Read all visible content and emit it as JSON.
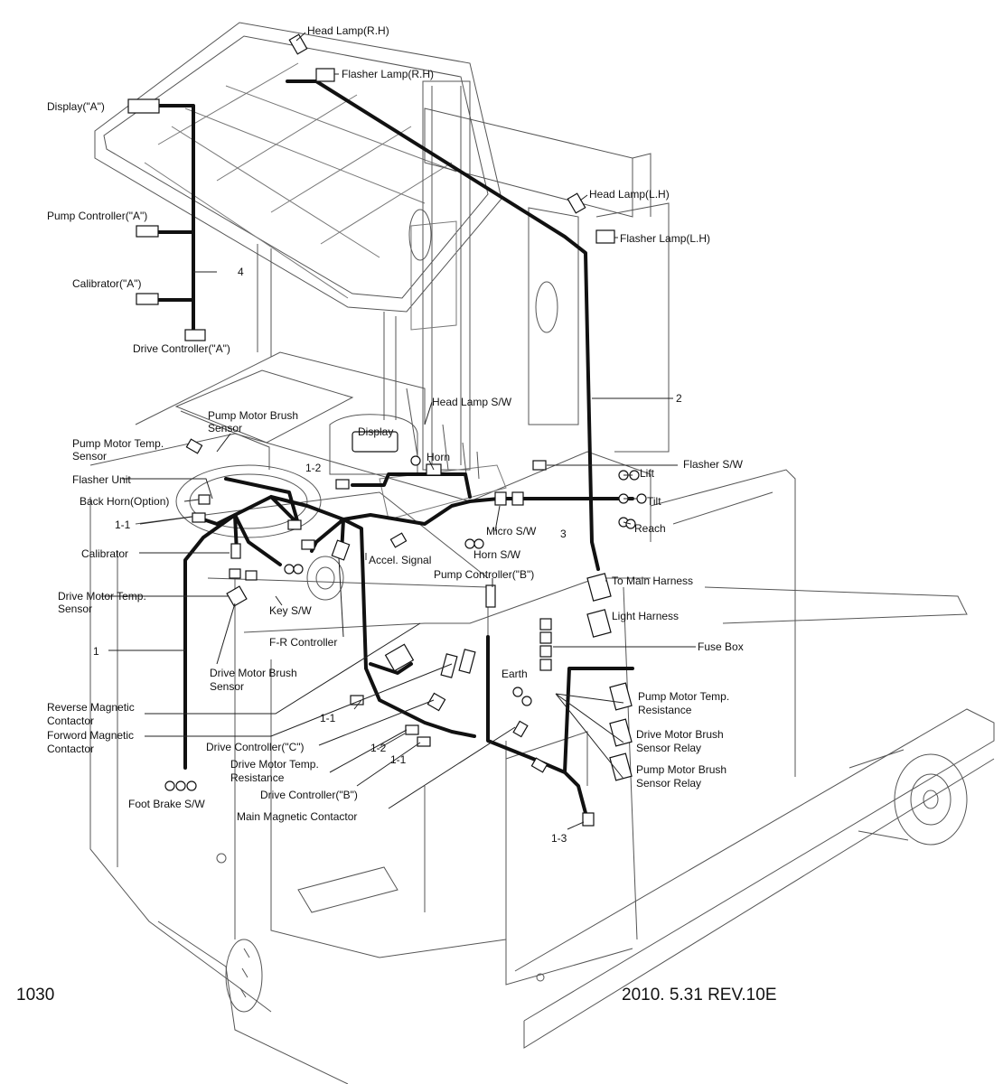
{
  "diagram": {
    "labels": {
      "head_lamp_rh": "Head Lamp(R.H)",
      "flasher_lamp_rh": "Flasher Lamp(R.H)",
      "display_a": "Display(\"A\")",
      "pump_controller_a": "Pump Controller(\"A\")",
      "calibrator_a": "Calibrator(\"A\")",
      "drive_controller_a": "Drive Controller(\"A\")",
      "head_lamp_lh": "Head Lamp(L.H)",
      "flasher_lamp_lh": "Flasher Lamp(L.H)",
      "head_lamp_sw": "Head Lamp S/W",
      "pump_motor_brush_sensor_1": "Pump Motor Brush",
      "pump_motor_brush_sensor_2": "Sensor",
      "display": "Display",
      "pump_motor_temp_sensor_1": "Pump Motor Temp.",
      "pump_motor_temp_sensor_2": "Sensor",
      "flasher_unit": "Flasher Unit",
      "horn": "Horn",
      "flasher_sw": "Flasher S/W",
      "back_horn": "Back Horn(Option)",
      "lift": "Lift",
      "tilt": "Tilt",
      "micro_sw": "Micro S/W",
      "reach": "Reach",
      "horn_sw": "Horn S/W",
      "calibrator": "Calibrator",
      "accel_signal": "Accel. Signal",
      "pump_controller_b": "Pump Controller(\"B\")",
      "to_main_harness": "To Main Harness",
      "drive_motor_temp_sensor_1": "Drive Motor Temp.",
      "drive_motor_temp_sensor_2": "Sensor",
      "key_sw": "Key S/W",
      "light_harness": "Light Harness",
      "f_r_controller": "F-R Controller",
      "fuse_box": "Fuse Box",
      "drive_motor_brush_sensor_1": "Drive Motor Brush",
      "drive_motor_brush_sensor_2": "Sensor",
      "earth": "Earth",
      "reverse_magnetic_contactor_1": "Reverse Magnetic",
      "reverse_magnetic_contactor_2": "Contactor",
      "pump_motor_temp_resistance_1": "Pump Motor Temp.",
      "pump_motor_temp_resistance_2": "Resistance",
      "forword_magnetic_contactor_1": "Forword Magnetic",
      "forword_magnetic_contactor_2": "Contactor",
      "drive_motor_brush_sensor_relay_1": "Drive Motor  Brush",
      "drive_motor_brush_sensor_relay_2": "Sensor Relay",
      "drive_controller_c": "Drive Controller(\"C\")",
      "drive_motor_temp_resistance_1": "Drive Motor Temp.",
      "drive_motor_temp_resistance_2": "Resistance",
      "pump_motor_brush_sensor_relay_1": "Pump Motor  Brush",
      "pump_motor_brush_sensor_relay_2": "Sensor Relay",
      "drive_controller_b": "Drive Controller(\"B\")",
      "main_magnetic_contactor": "Main Magnetic Contactor",
      "foot_brake_sw": "Foot Brake S/W"
    },
    "callouts": {
      "n1": "1",
      "n1_1_a": "1-1",
      "n1_1_b": "1-1",
      "n1_1_c": "1-1",
      "n1_2_a": "1-2",
      "n1_2_b": "1-2",
      "n1_3": "1-3",
      "n2": "2",
      "n3": "3",
      "n4": "4"
    },
    "footer": {
      "page_number": "1030",
      "revision": "2010. 5.31 REV.10E"
    }
  }
}
